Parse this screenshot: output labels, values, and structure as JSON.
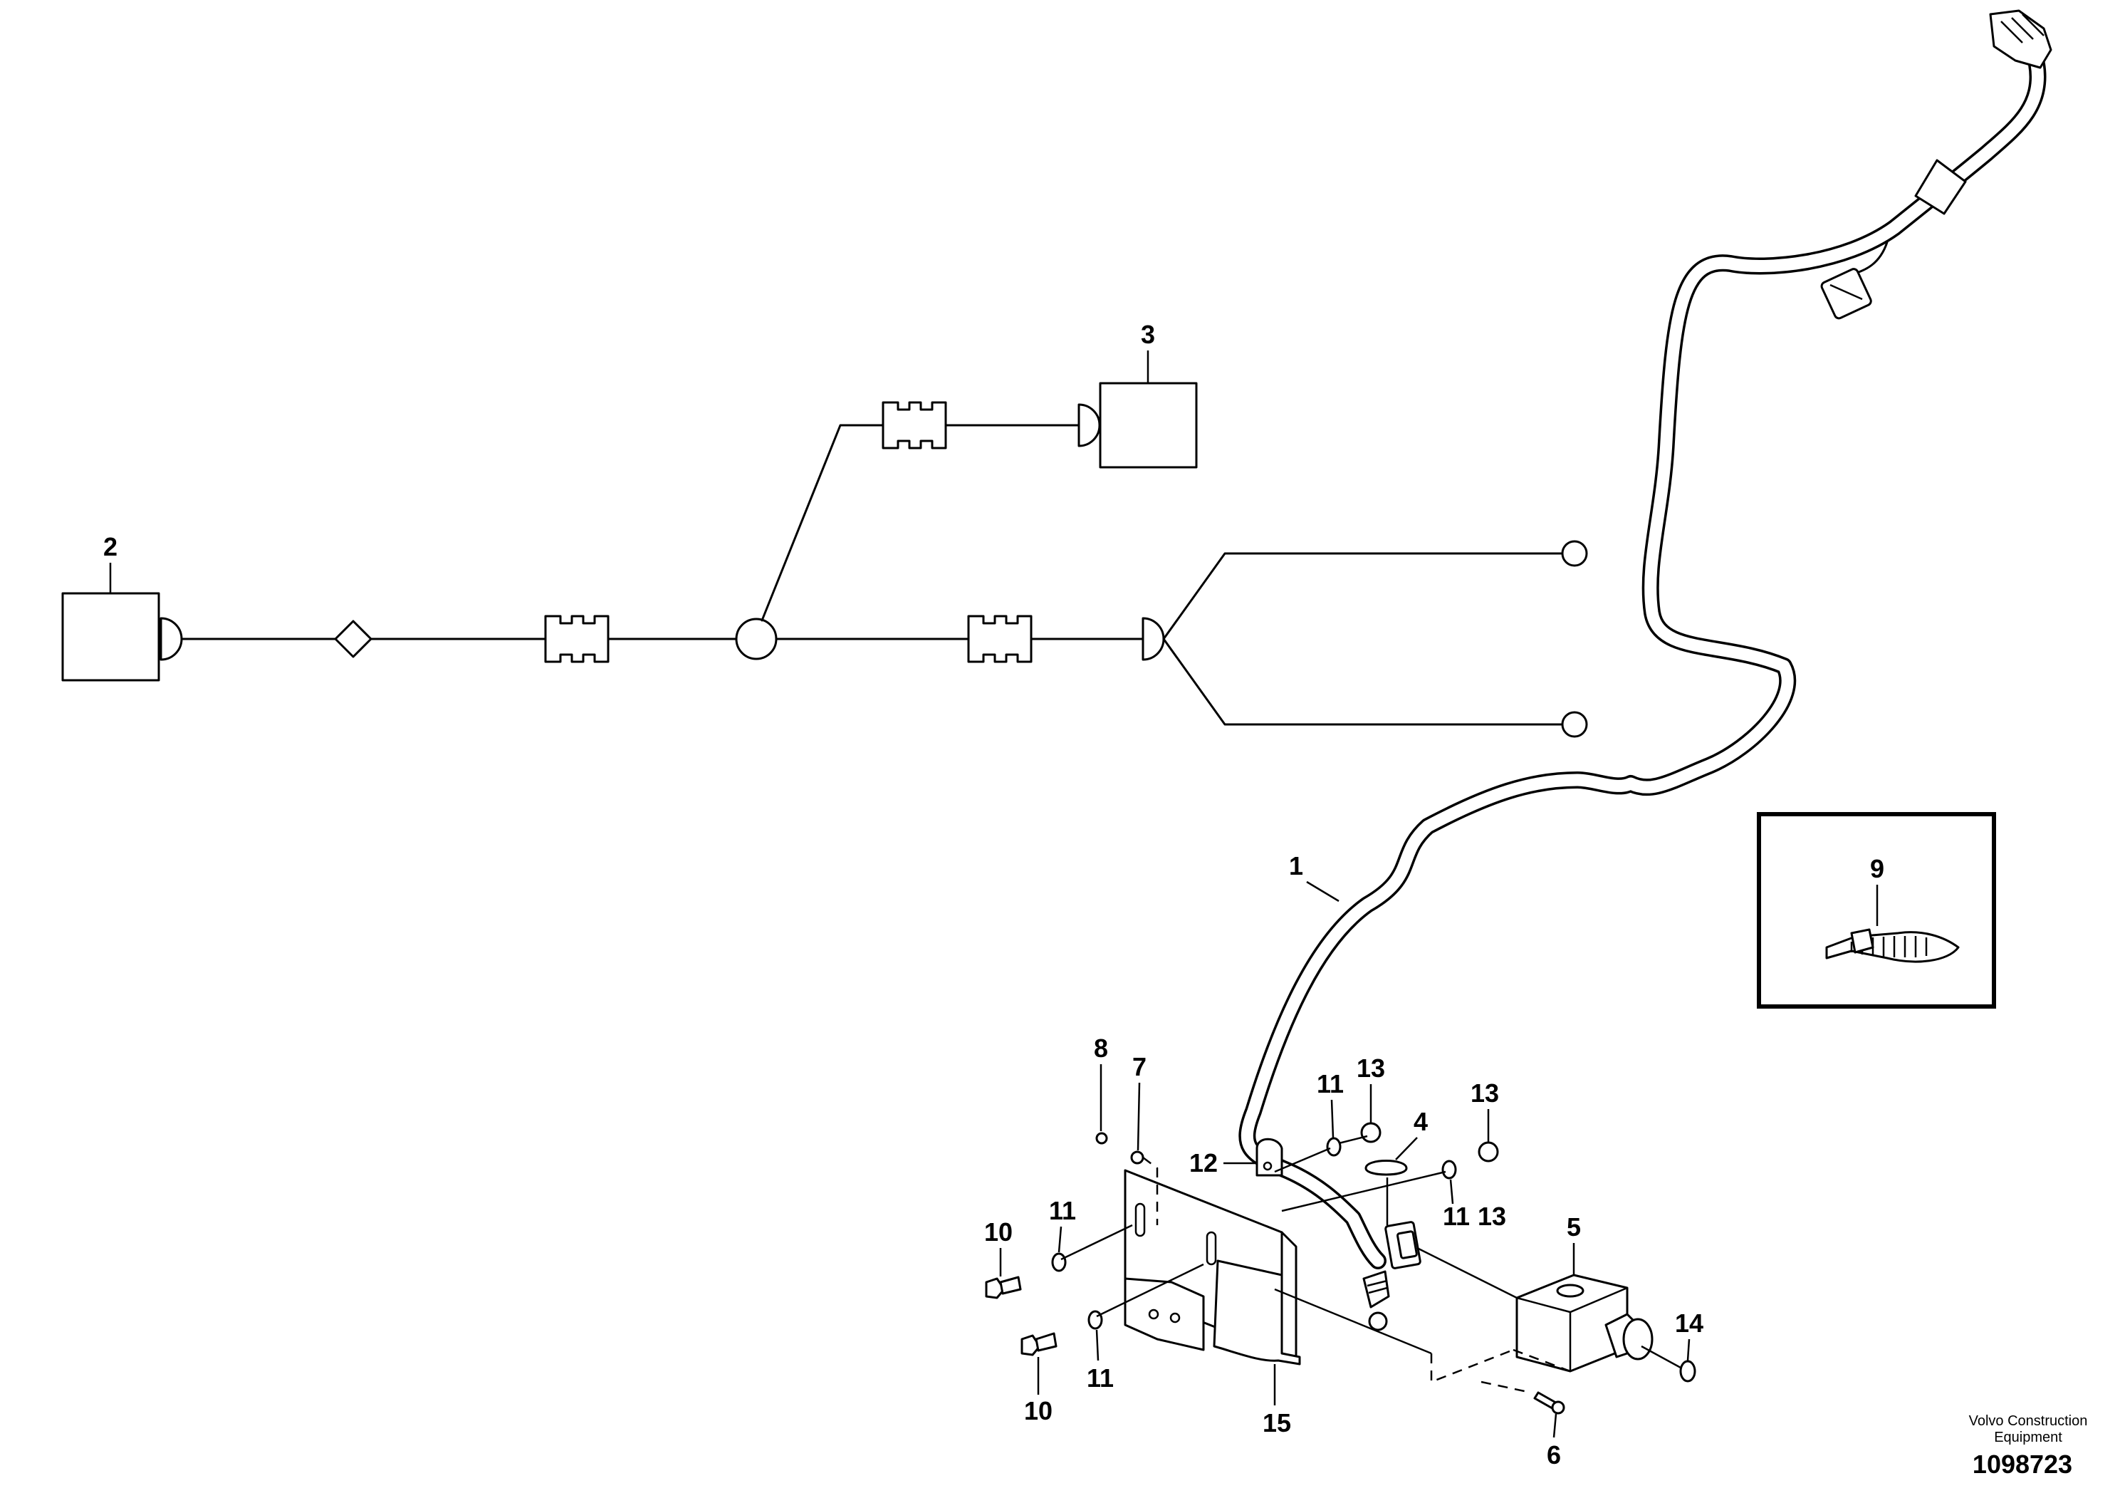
{
  "callouts": {
    "c1": "1",
    "c2": "2",
    "c3": "3",
    "c4": "4",
    "c5": "5",
    "c6": "6",
    "c7": "7",
    "c8": "8",
    "c9": "9",
    "c10a": "10",
    "c10b": "10",
    "c11a": "11",
    "c11b": "11",
    "c11c": "11",
    "c11d": "11",
    "c12": "12",
    "c13a": "13",
    "c13b": "13",
    "c14": "14",
    "c15": "15"
  },
  "brand": {
    "line1": "Volvo Construction",
    "line2": "Equipment",
    "drawing_number": "1098723"
  }
}
